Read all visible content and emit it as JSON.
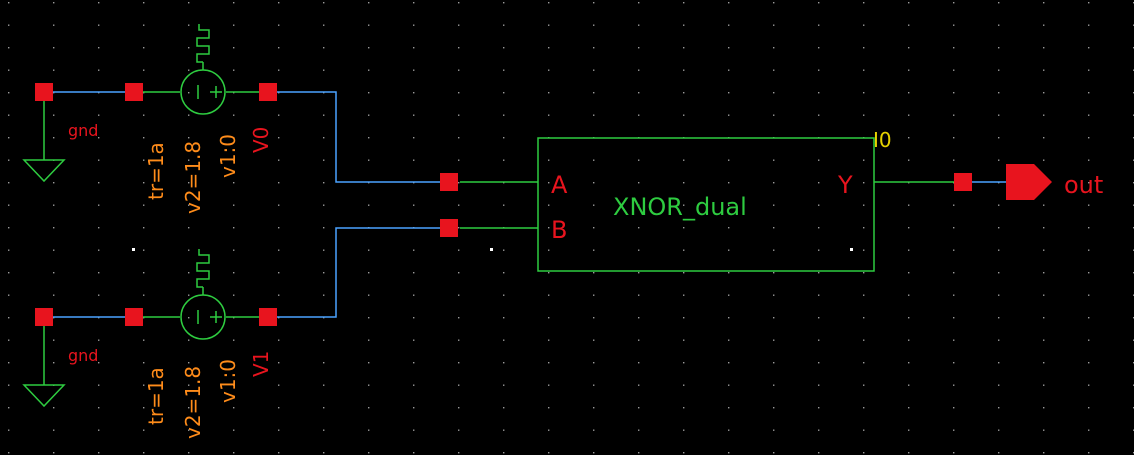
{
  "schematic": {
    "instance": {
      "name": "XNOR_dual",
      "instance_label": "I0",
      "pins": {
        "a": "A",
        "b": "B",
        "y": "Y"
      }
    },
    "output_pin": {
      "label": "out"
    },
    "sources": [
      {
        "ground_label": "gnd",
        "name": "V0",
        "params": {
          "v1": "v1:0",
          "v2": "v2=1.8",
          "tr": "tr=1a"
        }
      },
      {
        "ground_label": "gnd",
        "name": "V1",
        "params": {
          "v1": "v1:0",
          "v2": "v2=1.8",
          "tr": "tr=1a"
        }
      }
    ],
    "colors": {
      "background": "#000000",
      "wire": "#4aa3ff",
      "component": "#2ecc40",
      "pin": "#e8141e",
      "parameter": "#ff8c1a",
      "instance_label": "#e6d200",
      "grid_dot": "#9a9a9a"
    }
  }
}
